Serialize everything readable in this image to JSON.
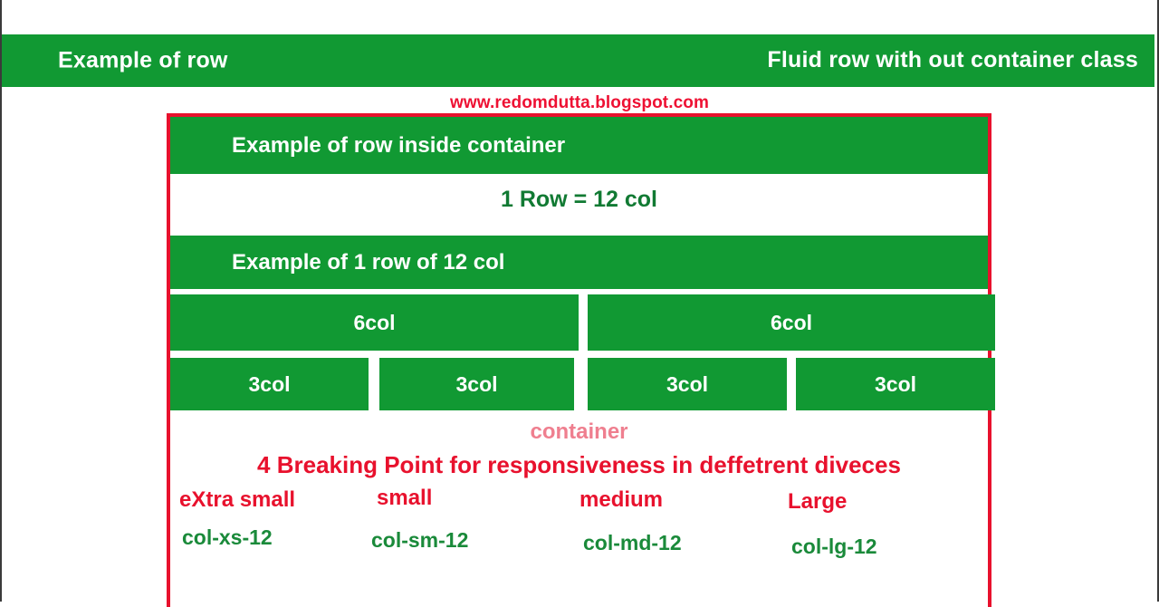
{
  "colors": {
    "green": "#119933",
    "red": "#e8112d",
    "pink": "#ef7f8f",
    "green_text": "#117a33",
    "white": "#ffffff"
  },
  "header": {
    "left_label": "Example of row",
    "right_label": "Fluid row with out container class"
  },
  "blog_url": "www.redomdutta.blogspot.com",
  "container": {
    "row_inside_label": "Example of row inside container",
    "equation_label": "1 Row = 12 col",
    "row_twelve_label": "Example of 1 row of 12 col",
    "six_cols": [
      {
        "label": "6col"
      },
      {
        "label": "6col"
      }
    ],
    "three_cols": [
      {
        "label": "3col"
      },
      {
        "label": "3col"
      },
      {
        "label": "3col"
      },
      {
        "label": "3col"
      }
    ]
  },
  "legend": {
    "container_word": "container",
    "headline": "4 Breaking Point for responsiveness in deffetrent diveces",
    "breakpoints": [
      {
        "size": "eXtra small",
        "class_name": "col-xs-12"
      },
      {
        "size": "small",
        "class_name": "col-sm-12"
      },
      {
        "size": "medium",
        "class_name": "col-md-12"
      },
      {
        "size": "Large",
        "class_name": "col-lg-12"
      }
    ]
  }
}
